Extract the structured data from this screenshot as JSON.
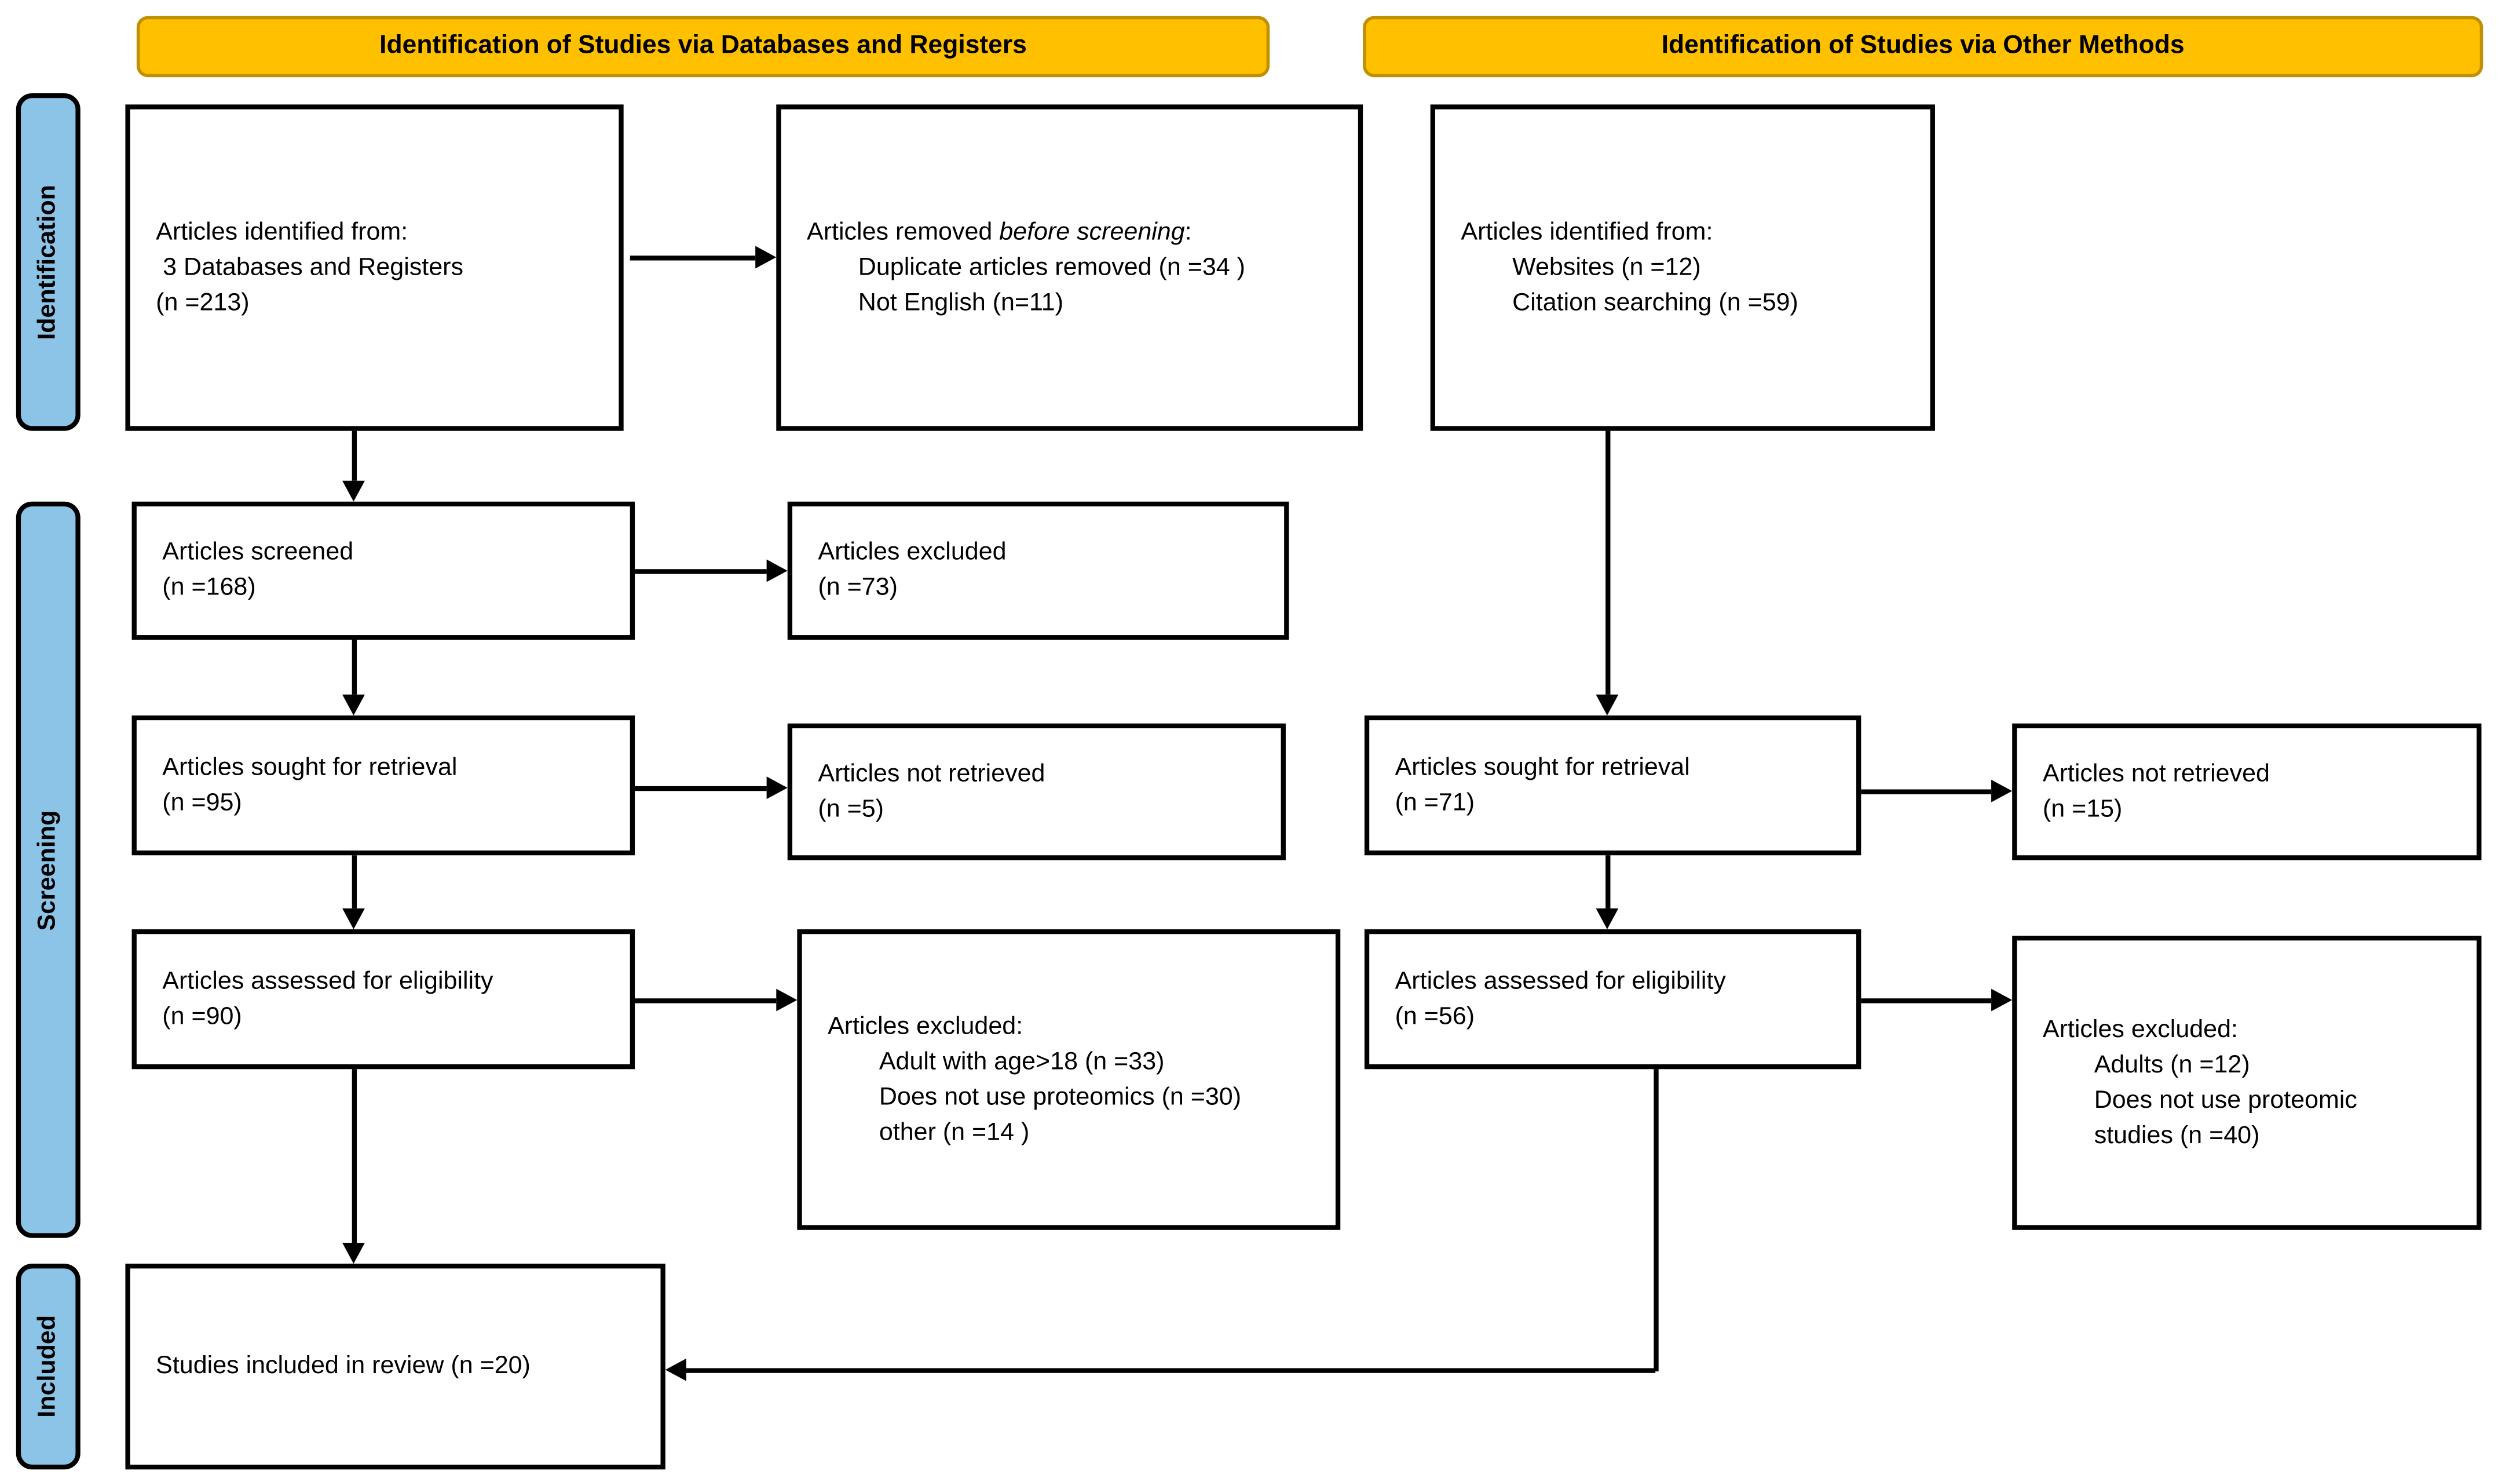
{
  "headers": {
    "databases": "Identification of Studies via Databases and Registers",
    "other_methods": "Identification of Studies via Other Methods"
  },
  "stage_labels": {
    "identification": "Identification",
    "screening": "Screening",
    "included": "Included"
  },
  "colors": {
    "header_fill": "#FFC000",
    "header_border": "#BF9000",
    "stage_fill": "#8CC4E8",
    "box_border": "#000000",
    "box_fill": "#FFFFFF"
  },
  "boxes": {
    "db_identified": {
      "lines": [
        "Articles identified from:",
        " 3 Databases and Registers",
        "(n =213)"
      ]
    },
    "removed_before_screening": {
      "title_prefix": "Articles removed ",
      "title_italic": "before screening",
      "title_suffix": ":",
      "items": [
        "Duplicate articles removed (n =34 )",
        "Not English (n=11)"
      ]
    },
    "other_identified": {
      "title": "Articles identified from:",
      "items": [
        "Websites (n =12)",
        "Citation searching (n =59)"
      ]
    },
    "screened": {
      "lines": [
        "Articles screened",
        "(n =168)"
      ]
    },
    "screen_excluded": {
      "lines": [
        "Articles excluded",
        "(n =73)"
      ]
    },
    "db_sought": {
      "lines": [
        "Articles sought for retrieval",
        "(n =95)"
      ]
    },
    "db_not_retrieved": {
      "lines": [
        "Articles not retrieved",
        "(n =5)"
      ]
    },
    "other_sought": {
      "lines": [
        "Articles sought for retrieval",
        "(n =71)"
      ]
    },
    "other_not_retrieved": {
      "lines": [
        "Articles not retrieved",
        "(n =15)"
      ]
    },
    "db_assessed": {
      "lines": [
        "Articles assessed for eligibility",
        "(n =90)"
      ]
    },
    "db_elig_excluded": {
      "title": "Articles excluded:",
      "items": [
        "Adult with age>18 (n =33)",
        "Does not use proteomics (n =30)",
        "other (n =14 )"
      ]
    },
    "other_assessed": {
      "lines": [
        "Articles assessed for eligibility",
        "(n =56)"
      ]
    },
    "other_elig_excluded": {
      "title": "Articles excluded:",
      "items": [
        "Adults (n =12)",
        "Does not use proteomic",
        "studies (n =40)"
      ]
    },
    "included_review": {
      "lines": [
        "Studies included in review (n =20)"
      ]
    }
  }
}
